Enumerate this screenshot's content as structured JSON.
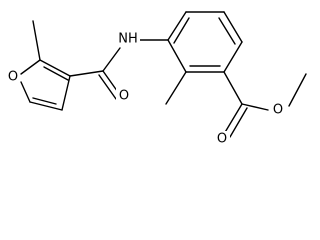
{
  "atom_labels": {
    "furan_oxygen": "O",
    "amide_nitrogen": "NH",
    "amide_oxygen": "O",
    "ester_carbonyl_oxygen": "O",
    "ester_ether_oxygen": "O"
  },
  "colors": {
    "bond": "#000000",
    "background": "#ffffff"
  }
}
